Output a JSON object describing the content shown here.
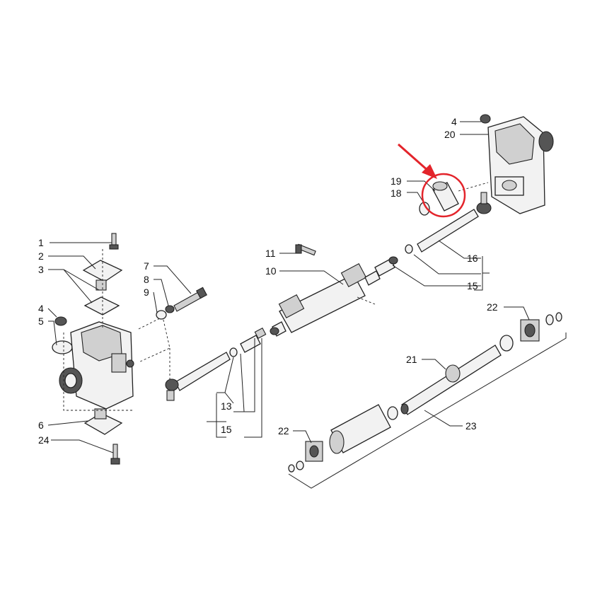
{
  "callouts": {
    "c1": "1",
    "c2": "2",
    "c3": "3",
    "c4a": "4",
    "c5": "5",
    "c6": "6",
    "c7": "7",
    "c8": "8",
    "c9": "9",
    "c10": "10",
    "c11": "11",
    "c13": "13",
    "c15a": "15",
    "c15b": "15",
    "c16": "16",
    "c18": "18",
    "c19": "19",
    "c4b": "4",
    "c20": "20",
    "c21": "21",
    "c22a": "22",
    "c22b": "22",
    "c23": "23",
    "c24": "24"
  },
  "highlight": {
    "color": "#e3242b",
    "target_part": "19"
  }
}
